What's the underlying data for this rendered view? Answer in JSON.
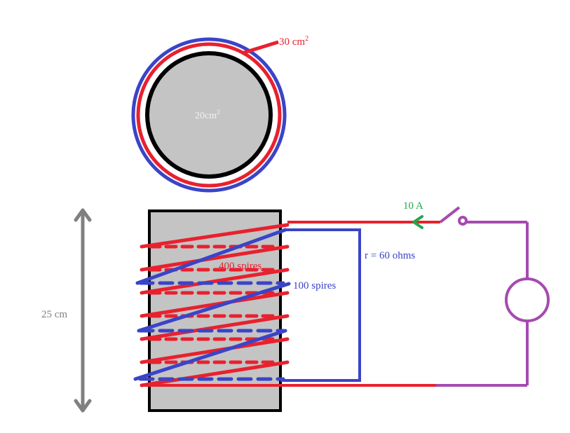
{
  "labels": {
    "outer_area": "30 cm",
    "outer_area_exp": "2",
    "inner_area": "20cm",
    "inner_area_exp": "2",
    "height": "25 cm",
    "primary_turns": "400 spires",
    "secondary_turns": "100 spires",
    "resistance": "r  = 60 ohms",
    "current": "10 A"
  },
  "colors": {
    "primary": "#e8212e",
    "secondary": "#3a44c8",
    "core": "#c4c4c4",
    "outline": "#000000",
    "source": "#a64ab0",
    "current_arrow": "#1fa84a",
    "dimension": "#808080",
    "inner_label": "#f2f2f2"
  }
}
